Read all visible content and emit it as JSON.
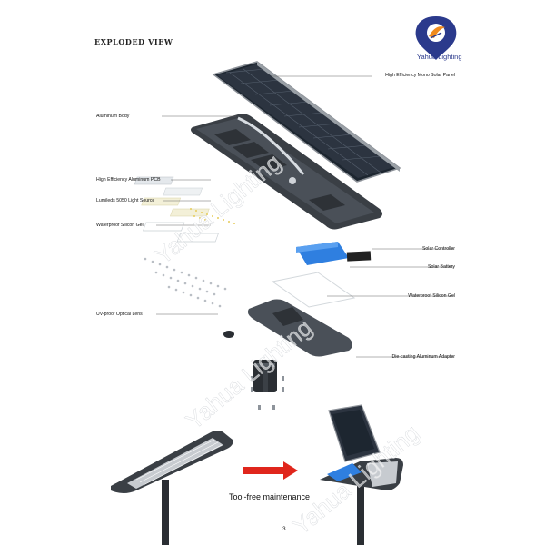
{
  "header": {
    "title": "EXPLODED VIEW"
  },
  "brand": {
    "name": "Yahua Lighting",
    "watermark": "Yahua Lighting"
  },
  "labels": {
    "solar_panel": "High Efficiency Mono Solar Panel",
    "aluminum_body": "Aluminum Body",
    "pcb": "High Efficiency Aluminum PCB",
    "light_source": "Lumileds 5050 Light Source",
    "silicon_gel_left": "Waterproof Silicon Gel",
    "solar_controller": "Solar Controller",
    "solar_battery": "Solar Battery",
    "silicon_gel_right": "Waterproof Silicon Gel",
    "optical_lens": "UV-proof Optical Lens",
    "adapter": "Die-casting Aluminum Adapter"
  },
  "caption": "Tool-free maintenance",
  "page_number": "3",
  "colors": {
    "brand_blue": "#2b3a8c",
    "brand_orange": "#f08a1c",
    "arrow_red": "#e0261c",
    "battery_blue": "#2f7fe0"
  }
}
